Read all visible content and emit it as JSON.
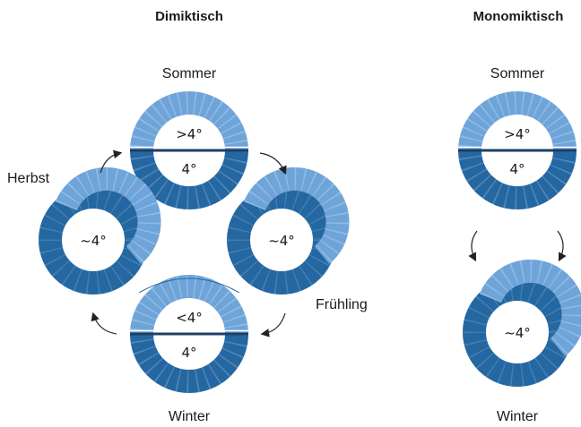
{
  "colors": {
    "light": "#6fa4d9",
    "dark": "#2467a1",
    "dot_light": "#a8cdf0",
    "dot_dark": "#7fa8d1",
    "divider": "#1c3f66"
  },
  "dimictic": {
    "title": "Dimiktisch",
    "summer": {
      "label": "Sommer",
      "top": ">4°",
      "bottom": "4°"
    },
    "autumn": {
      "label": "Herbst",
      "center": "~4°"
    },
    "spring": {
      "label": "Frühling",
      "center": "~4°"
    },
    "winter": {
      "label": "Winter",
      "top": "<4°",
      "bottom": "4°"
    }
  },
  "monomictic": {
    "title": "Monomiktisch",
    "summer": {
      "label": "Sommer",
      "top": ">4°",
      "bottom": "4°"
    },
    "winter": {
      "label": "Winter",
      "center": "~4°"
    }
  }
}
